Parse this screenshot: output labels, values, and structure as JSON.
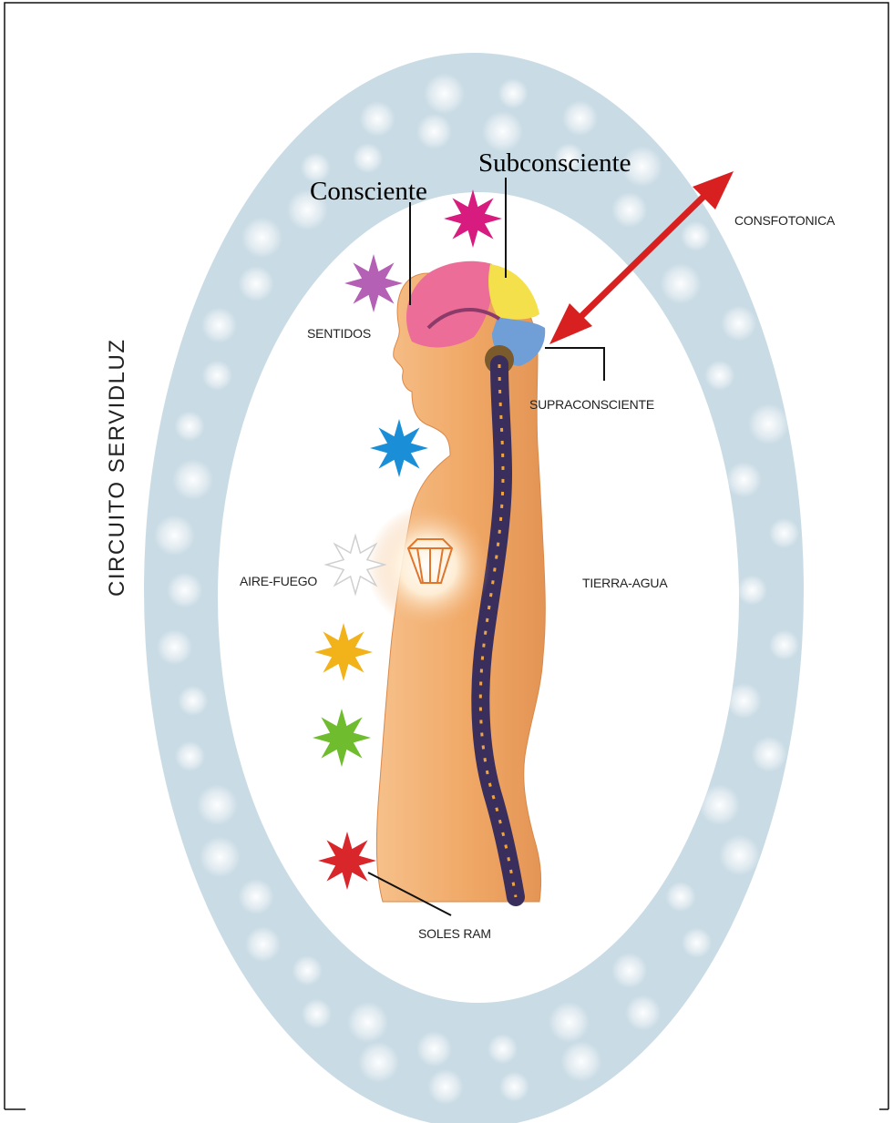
{
  "labels": {
    "consciente": "Consciente",
    "subconsciente": "Subconsciente",
    "consfotonica": "CONSFOTONICA",
    "sentidos": "SENTIDOS",
    "supraconsciente": "SUPRACONSCIENTE",
    "aire_fuego": "AIRE-FUEGO",
    "tierra_agua": "TIERRA-AGUA",
    "soles_ram": "SOLES RAM",
    "circuito": "CIRCUITO  SERVIDLUZ"
  },
  "stars": [
    {
      "name": "magenta-star",
      "color": "#d81b7e"
    },
    {
      "name": "violet-star",
      "color": "#b460b4"
    },
    {
      "name": "blue-star",
      "color": "#1a8fd8"
    },
    {
      "name": "white-star",
      "color": "#ffffff"
    },
    {
      "name": "yellow-star",
      "color": "#f1b21a"
    },
    {
      "name": "green-star",
      "color": "#6fbd2e"
    },
    {
      "name": "red-star",
      "color": "#d8262a"
    }
  ],
  "colors": {
    "halo": "#c9dbe5",
    "skin": "#f2b27a",
    "arrow": "#d92020"
  }
}
